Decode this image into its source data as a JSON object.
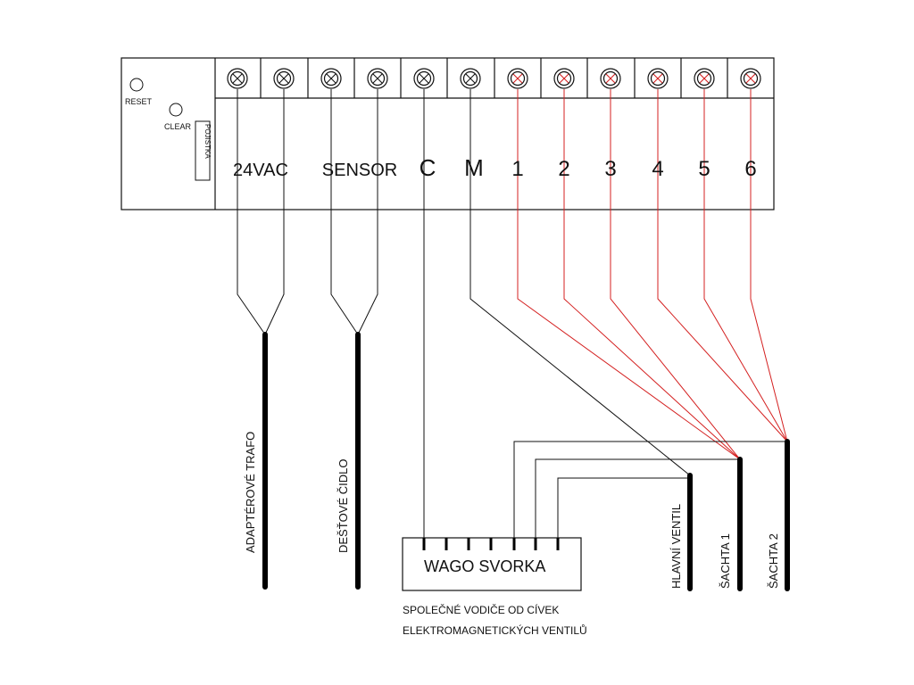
{
  "controller": {
    "reset_label": "RESET",
    "clear_label": "CLEAR",
    "fuse_label": "POJISTKA",
    "terminals": [
      {
        "label": "24VAC"
      },
      {
        "label": "SENSOR"
      },
      {
        "label": "C"
      },
      {
        "label": "M"
      },
      {
        "label": "1"
      },
      {
        "label": "2"
      },
      {
        "label": "3"
      },
      {
        "label": "4"
      },
      {
        "label": "5"
      },
      {
        "label": "6"
      }
    ]
  },
  "cables": {
    "transformer": "ADAPTÉROVÉ TRAFO",
    "rain_sensor": "DEŠŤOVÉ ČIDLO",
    "main_valve": "HLAVNÍ VENTIL",
    "shaft_1": "ŠACHTA 1",
    "shaft_2": "ŠACHTA 2"
  },
  "wago": {
    "label": "WAGO SVORKA",
    "note_line_1": "SPOLEČNÉ VODIČE OD CÍVEK",
    "note_line_2": "ELEKTROMAGNETICKÝCH VENTILŮ"
  },
  "colors": {
    "line": "#111111",
    "zone_wire": "#d42020",
    "cable": "#000000"
  }
}
